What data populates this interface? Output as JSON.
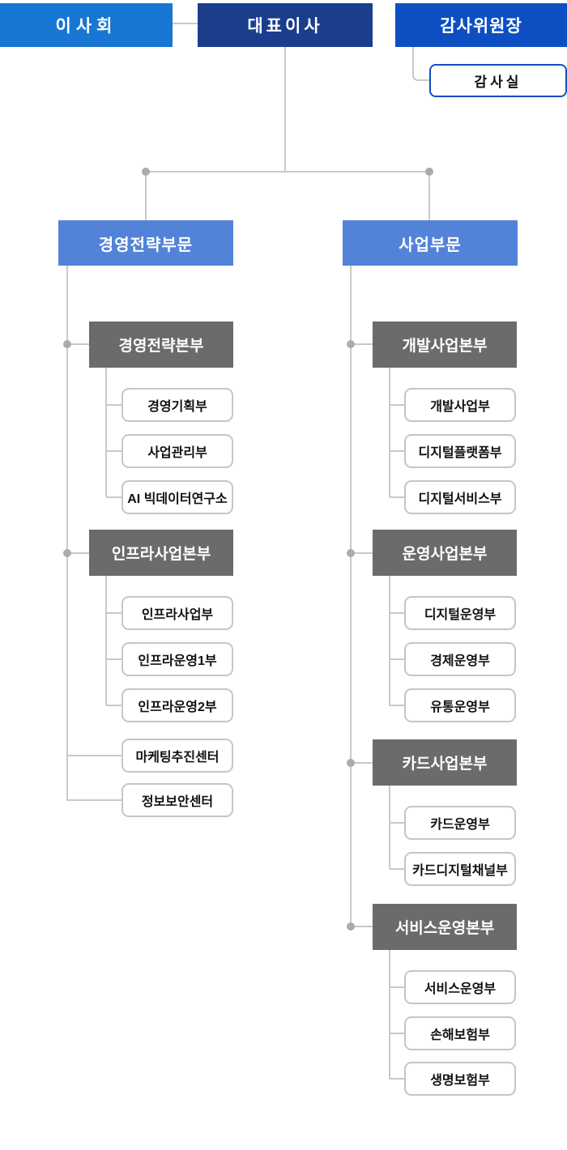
{
  "colors": {
    "board_blue": "#1877d2",
    "ceo_navy": "#1b3e8c",
    "audit_blue": "#0d4ec2",
    "division_blue": "#5283d8",
    "hq_gray": "#6b6b6b",
    "line_gray": "#c9c9c9",
    "dot_gray": "#ababab",
    "leaf_border": "#c6c6c6"
  },
  "top_row": {
    "board": "이사회",
    "ceo": "대표이사",
    "audit_chair": "감사위원장",
    "audit_office": "감사실"
  },
  "divisions": [
    {
      "label": "경영전략부문",
      "groups": [
        {
          "label": "경영전략본부",
          "children": [
            "경영기획부",
            "사업관리부",
            "AI 빅데이터연구소"
          ]
        },
        {
          "label": "인프라사업본부",
          "children": [
            "인프라사업부",
            "인프라운영1부",
            "인프라운영2부"
          ]
        }
      ],
      "direct_children": [
        "마케팅추진센터",
        "정보보안센터"
      ]
    },
    {
      "label": "사업부문",
      "groups": [
        {
          "label": "개발사업본부",
          "children": [
            "개발사업부",
            "디지털플랫폼부",
            "디지털서비스부"
          ]
        },
        {
          "label": "운영사업본부",
          "children": [
            "디지털운영부",
            "경제운영부",
            "유통운영부"
          ]
        },
        {
          "label": "카드사업본부",
          "children": [
            "카드운영부",
            "카드디지털채널부"
          ]
        },
        {
          "label": "서비스운영본부",
          "children": [
            "서비스운영부",
            "손해보험부",
            "생명보험부"
          ]
        }
      ],
      "direct_children": []
    }
  ]
}
